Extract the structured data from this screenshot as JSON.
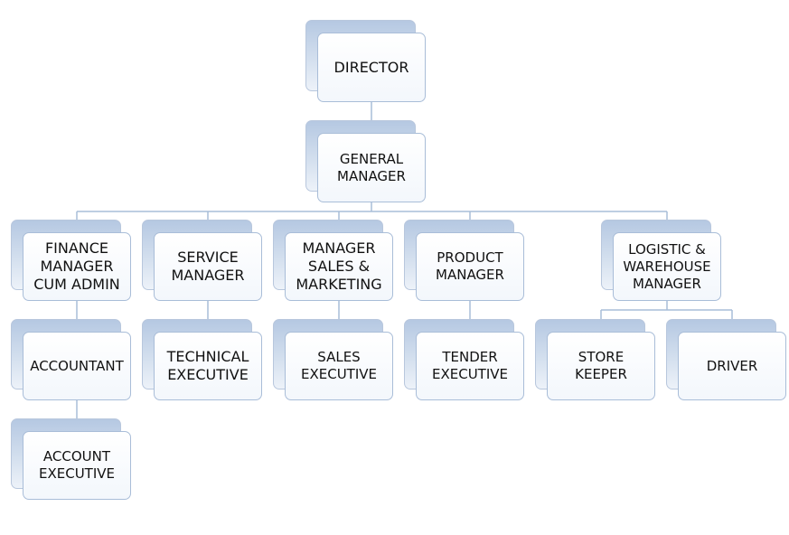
{
  "org_chart": {
    "nodes": [
      {
        "id": "director",
        "label": "DIRECTOR"
      },
      {
        "id": "general-manager",
        "label": "GENERAL\nMANAGER"
      },
      {
        "id": "finance-manager",
        "label": "FINANCE\nMANAGER\nCUM ADMIN"
      },
      {
        "id": "service-manager",
        "label": "SERVICE\nMANAGER"
      },
      {
        "id": "manager-sales-marketing",
        "label": "MANAGER\nSALES &\nMARKETING"
      },
      {
        "id": "product-manager",
        "label": "PRODUCT\nMANAGER"
      },
      {
        "id": "logistic-warehouse-manager",
        "label": "LOGISTIC &\nWAREHOUSE\nMANAGER"
      },
      {
        "id": "accountant",
        "label": "ACCOUNTANT"
      },
      {
        "id": "technical-executive",
        "label": "TECHNICAL\nEXECUTIVE"
      },
      {
        "id": "sales-executive",
        "label": "SALES\nEXECUTIVE"
      },
      {
        "id": "tender-executive",
        "label": "TENDER\nEXECUTIVE"
      },
      {
        "id": "store-keeper",
        "label": "STORE\nKEEPER"
      },
      {
        "id": "driver",
        "label": "DRIVER"
      },
      {
        "id": "account-executive",
        "label": "ACCOUNT\nEXECUTIVE"
      }
    ],
    "edges": [
      [
        "director",
        "general-manager"
      ],
      [
        "general-manager",
        "finance-manager"
      ],
      [
        "general-manager",
        "service-manager"
      ],
      [
        "general-manager",
        "manager-sales-marketing"
      ],
      [
        "general-manager",
        "product-manager"
      ],
      [
        "general-manager",
        "logistic-warehouse-manager"
      ],
      [
        "finance-manager",
        "accountant"
      ],
      [
        "accountant",
        "account-executive"
      ],
      [
        "service-manager",
        "technical-executive"
      ],
      [
        "manager-sales-marketing",
        "sales-executive"
      ],
      [
        "product-manager",
        "tender-executive"
      ],
      [
        "logistic-warehouse-manager",
        "store-keeper"
      ],
      [
        "logistic-warehouse-manager",
        "driver"
      ]
    ],
    "colors": {
      "line": "#a9bdd8",
      "box_border": "#a9bdd8",
      "shadow_top": "#b5c8e2",
      "text": "#111111"
    }
  }
}
